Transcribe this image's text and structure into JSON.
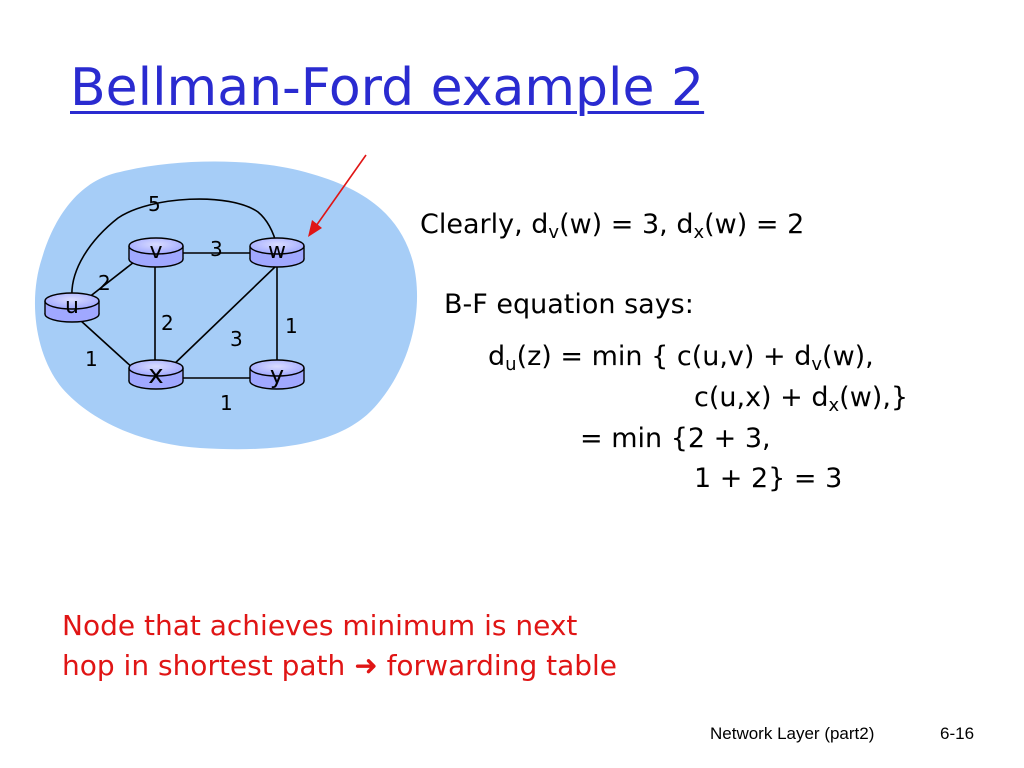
{
  "slide": {
    "title": "Bellman-Ford example 2",
    "clearly": {
      "prefix": "Clearly, d",
      "sub1": "v",
      "mid": "(w) = 3, d",
      "sub2": "x",
      "suffix": "(w) = 2"
    },
    "bf_says": "B-F equation says:",
    "eq1": {
      "a": "d",
      "sub_a": "u",
      "b": "(z) = min { c(u,v) + d",
      "sub_b": "v",
      "c": "(w),"
    },
    "eq2": {
      "a": "c(u,x) + d",
      "sub_a": "x",
      "b": "(w),}"
    },
    "eq3": "= min {2 + 3,",
    "eq4": "1 + 2}  = 3",
    "note": {
      "line1": "Node that achieves minimum is next",
      "line2_a": "hop in shortest path",
      "arrow": "➜",
      "line2_b": "forwarding table"
    },
    "footer": {
      "section": "Network Layer (part2)",
      "page": "6-16"
    }
  },
  "graph": {
    "colors": {
      "cloud": "#a6cdf7",
      "router": "#a0a8ff",
      "pointer": "#e01515",
      "title": "#2a2bd0"
    },
    "nodes": [
      {
        "id": "u",
        "label": "u"
      },
      {
        "id": "v",
        "label": "v"
      },
      {
        "id": "w",
        "label": "w"
      },
      {
        "id": "x",
        "label": "x"
      },
      {
        "id": "y",
        "label": "y"
      }
    ],
    "edges": [
      {
        "from": "u",
        "to": "w",
        "cost": "5"
      },
      {
        "from": "v",
        "to": "w",
        "cost": "3"
      },
      {
        "from": "u",
        "to": "v",
        "cost": "2"
      },
      {
        "from": "v",
        "to": "x",
        "cost": "2"
      },
      {
        "from": "x",
        "to": "w",
        "cost": "3"
      },
      {
        "from": "w",
        "to": "y",
        "cost": "1"
      },
      {
        "from": "u",
        "to": "x",
        "cost": "1"
      },
      {
        "from": "x",
        "to": "y",
        "cost": "1"
      }
    ]
  }
}
